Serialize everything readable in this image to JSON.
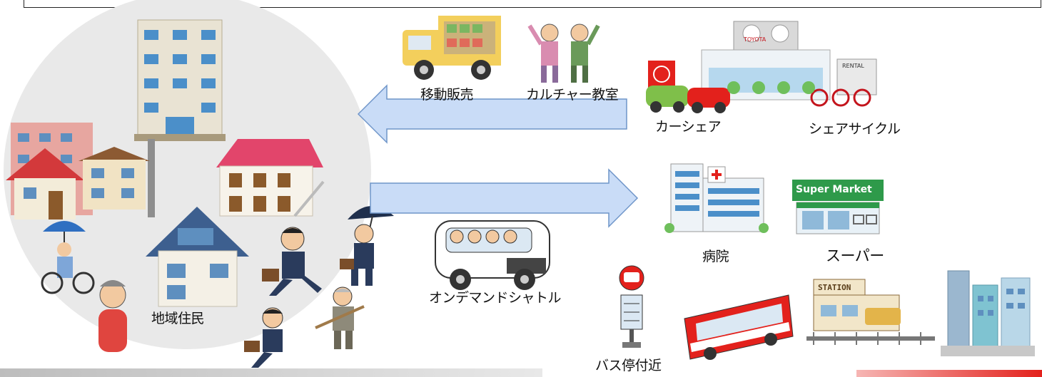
{
  "labels": {
    "residents": "地域住民",
    "mobile_sales": "移動販売",
    "culture_class": "カルチャー教室",
    "car_share": "カーシェア",
    "share_cycle": "シェアサイクル",
    "on_demand_shuttle": "オンデマンドシャトル",
    "hospital": "病院",
    "supermarket": "スーパー",
    "bus_stop": "バス停付近"
  },
  "signs": {
    "supermarket_sign": "Super Market",
    "station_sign": "STATION",
    "rental_sign": "RENTAL",
    "toyota_sign": "TOYOTA"
  },
  "colors": {
    "arrow_fill": "#c9dcf7",
    "arrow_stroke": "#6f95c9",
    "residents_circle": "#e9e9e9",
    "accent_red": "#e3211c"
  }
}
